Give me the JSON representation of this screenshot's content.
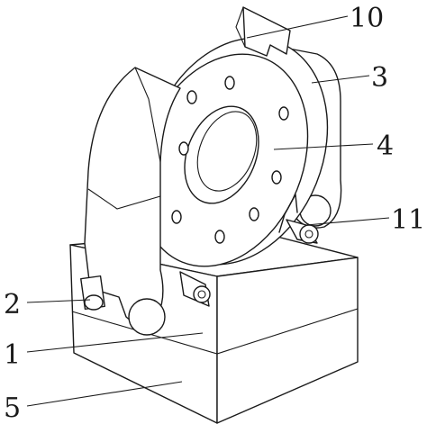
{
  "figure": {
    "callouts": [
      {
        "id": "label-1",
        "text": "1"
      },
      {
        "id": "label-2",
        "text": "2"
      },
      {
        "id": "label-3",
        "text": "3"
      },
      {
        "id": "label-4",
        "text": "4"
      },
      {
        "id": "label-5",
        "text": "5"
      },
      {
        "id": "label-10",
        "text": "10"
      },
      {
        "id": "label-11",
        "text": "11"
      }
    ]
  }
}
